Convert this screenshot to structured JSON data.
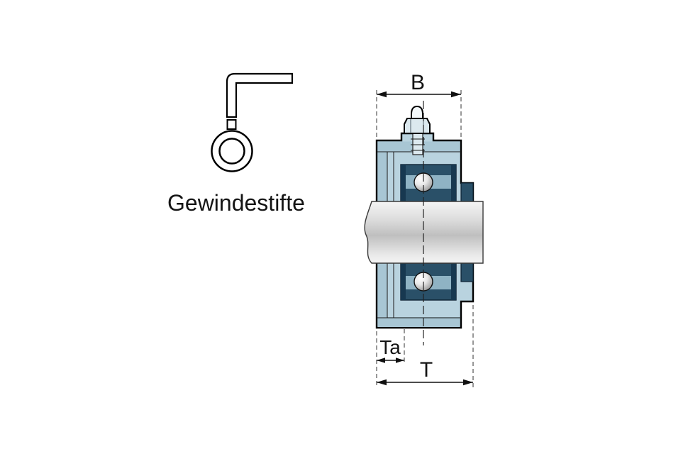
{
  "legend": {
    "caption": "Gewindestifte"
  },
  "dimensions": {
    "b": "B",
    "ta": "Ta",
    "t": "T"
  },
  "colors": {
    "background": "#ffffff",
    "outline": "#000000",
    "text": "#141414",
    "housing_fill": "#b9d3df",
    "housing_shade": "#a8c6d4",
    "bearing_dark": "#2a5068",
    "bearing_deep": "#173850",
    "raceway": "#8fb3c4",
    "collar": "#2a5068",
    "nipple_fill": "#dce9ef",
    "nipple_tip": "#f3f8fa",
    "shaft_light": "#f4f4f4",
    "shaft_mid": "#dcdcdc",
    "shaft_dark": "#bfbfbf",
    "shaft_low": "#e7e7e7",
    "ball_light": "#ffffff",
    "ball_mid": "#e8e8e8",
    "ball_dark": "#909090"
  }
}
